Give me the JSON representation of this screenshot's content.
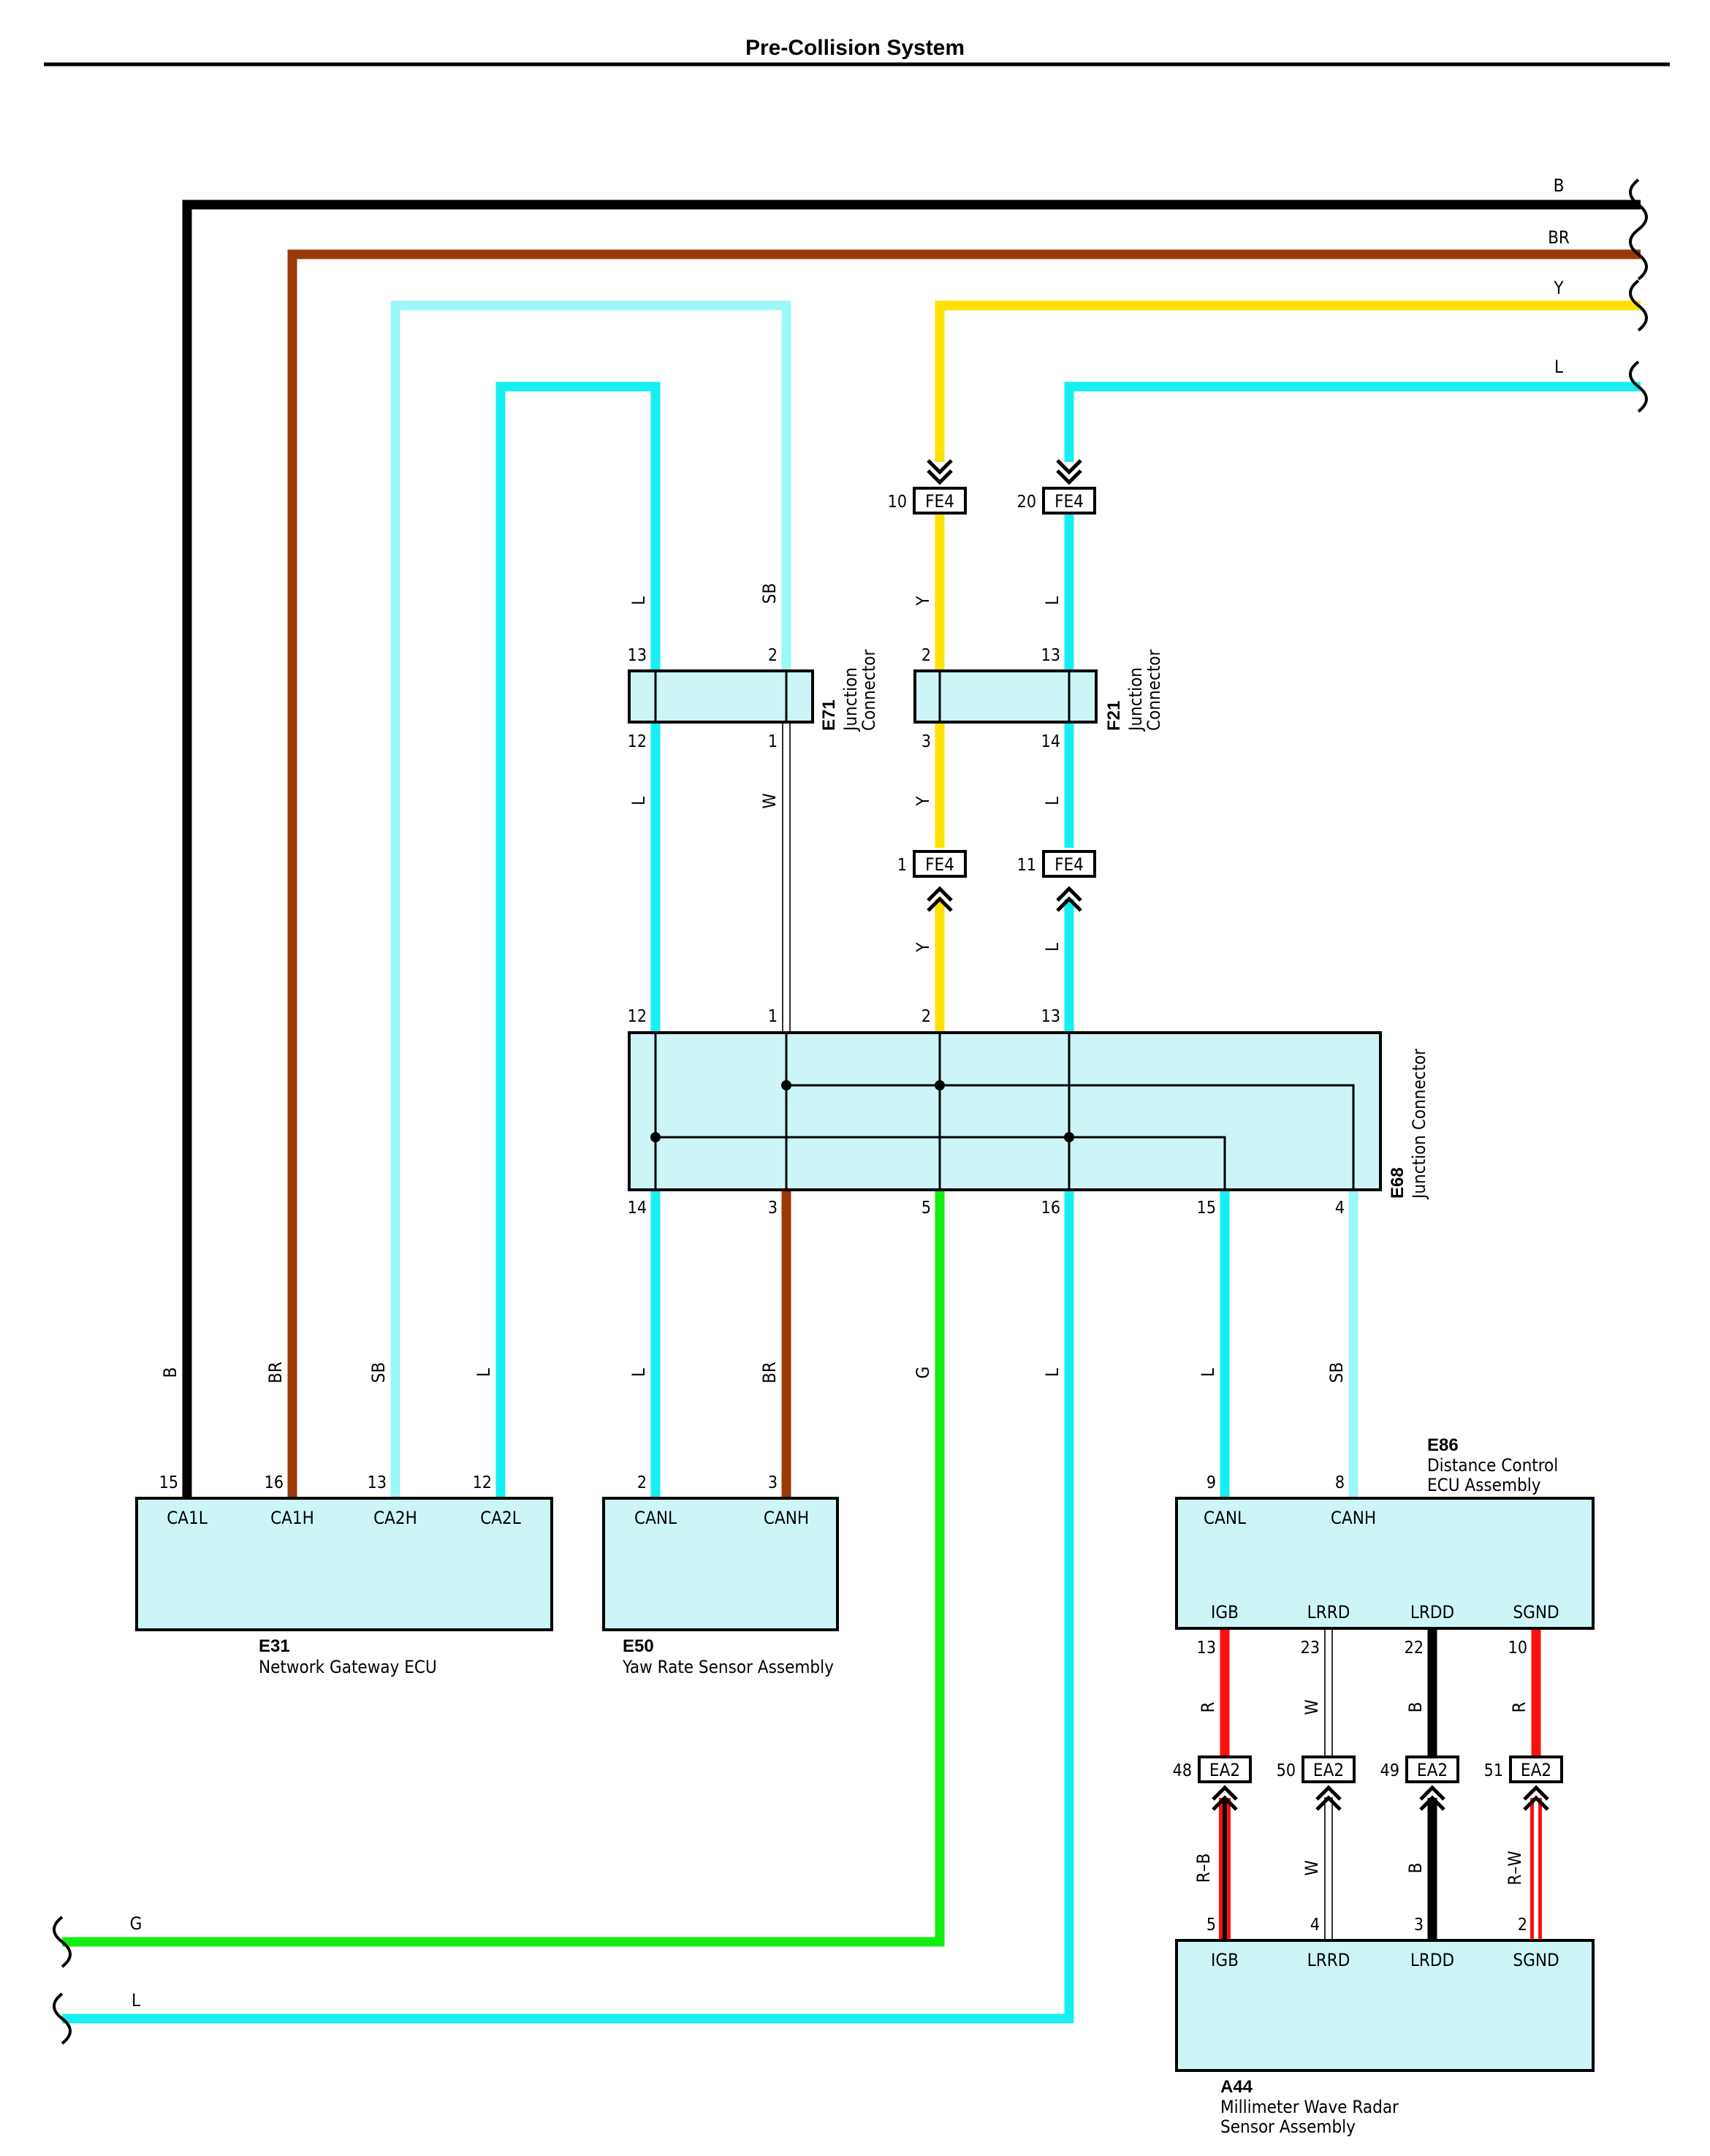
{
  "title": "Pre-Collision System",
  "colors": {
    "B": "#000000",
    "BR": "#9b3a08",
    "SB": "#9cf7f7",
    "L": "#16eff2",
    "Y": "#ffe000",
    "G": "#12ee12",
    "R": "#ff1010",
    "W": "#ffffff",
    "box_fill": "#cdf5f7"
  },
  "top_wires": [
    {
      "color": "B",
      "label": "B"
    },
    {
      "color": "BR",
      "label": "BR"
    },
    {
      "color": "Y",
      "label": "Y"
    },
    {
      "color": "L",
      "label": "L"
    }
  ],
  "bottom_wires": [
    {
      "color": "G",
      "label": "G"
    },
    {
      "color": "L",
      "label": "L"
    }
  ],
  "wire_color_labels": {
    "e71_in_l": "L",
    "e71_in_sb": "SB",
    "e71_out_l": "L",
    "e71_out_w": "W",
    "f21_in_y": "Y",
    "f21_in_l": "L",
    "f21_out_y": "Y",
    "f21_out_l": "L",
    "fe4_y": "Y",
    "fe4_l": "L",
    "e31_b": "B",
    "e31_br": "BR",
    "e31_sb": "SB",
    "e31_l": "L",
    "e50_l": "L",
    "e50_br": "BR",
    "e68_g": "G",
    "e68_l": "L",
    "e86_l": "L",
    "e86_sb": "SB",
    "igb_top": "R",
    "lrrd_top": "W",
    "lrdd_top": "B",
    "sgnd_top": "R",
    "igb_bot": "R–B",
    "lrrd_bot": "W",
    "lrdd_bot": "B",
    "sgnd_bot": "R–W"
  },
  "connectors": {
    "fe4_a": {
      "pin": "10",
      "code": "FE4"
    },
    "fe4_b": {
      "pin": "20",
      "code": "FE4"
    },
    "fe4_c": {
      "pin": "1",
      "code": "FE4"
    },
    "fe4_d": {
      "pin": "11",
      "code": "FE4"
    },
    "ea2_a": {
      "pin": "48",
      "code": "EA2"
    },
    "ea2_b": {
      "pin": "50",
      "code": "EA2"
    },
    "ea2_c": {
      "pin": "49",
      "code": "EA2"
    },
    "ea2_d": {
      "pin": "51",
      "code": "EA2"
    }
  },
  "e71": {
    "code": "E71",
    "name_line1": "Junction",
    "name_line2": "Connector",
    "pins_top": [
      "13",
      "2"
    ],
    "pins_bottom": [
      "12",
      "1"
    ]
  },
  "f21": {
    "code": "F21",
    "name_line1": "Junction",
    "name_line2": "Connector",
    "pins_top": [
      "2",
      "13"
    ],
    "pins_bottom": [
      "3",
      "14"
    ]
  },
  "e68": {
    "code": "E68",
    "name": "Junction Connector",
    "pins_top": [
      "12",
      "1",
      "2",
      "13"
    ],
    "pins_bottom": [
      "14",
      "3",
      "5",
      "16",
      "15",
      "4"
    ]
  },
  "e31": {
    "code": "E31",
    "name": "Network Gateway ECU",
    "pins": [
      "15",
      "16",
      "13",
      "12"
    ],
    "terminals": [
      "CA1L",
      "CA1H",
      "CA2H",
      "CA2L"
    ]
  },
  "e50": {
    "code": "E50",
    "name": "Yaw Rate Sensor Assembly",
    "pins": [
      "2",
      "3"
    ],
    "terminals": [
      "CANL",
      "CANH"
    ]
  },
  "e86": {
    "code": "E86",
    "name_line1": "Distance Control",
    "name_line2": "ECU Assembly",
    "pins_top": [
      "9",
      "8"
    ],
    "terminals_top": [
      "CANL",
      "CANH"
    ],
    "terminals_bottom": [
      "IGB",
      "LRRD",
      "LRDD",
      "SGND"
    ],
    "pins_bottom": [
      "13",
      "23",
      "22",
      "10"
    ]
  },
  "a44": {
    "code": "A44",
    "name_line1": "Millimeter Wave Radar",
    "name_line2": "Sensor Assembly",
    "pins": [
      "5",
      "4",
      "3",
      "2"
    ],
    "terminals": [
      "IGB",
      "LRRD",
      "LRDD",
      "SGND"
    ]
  }
}
